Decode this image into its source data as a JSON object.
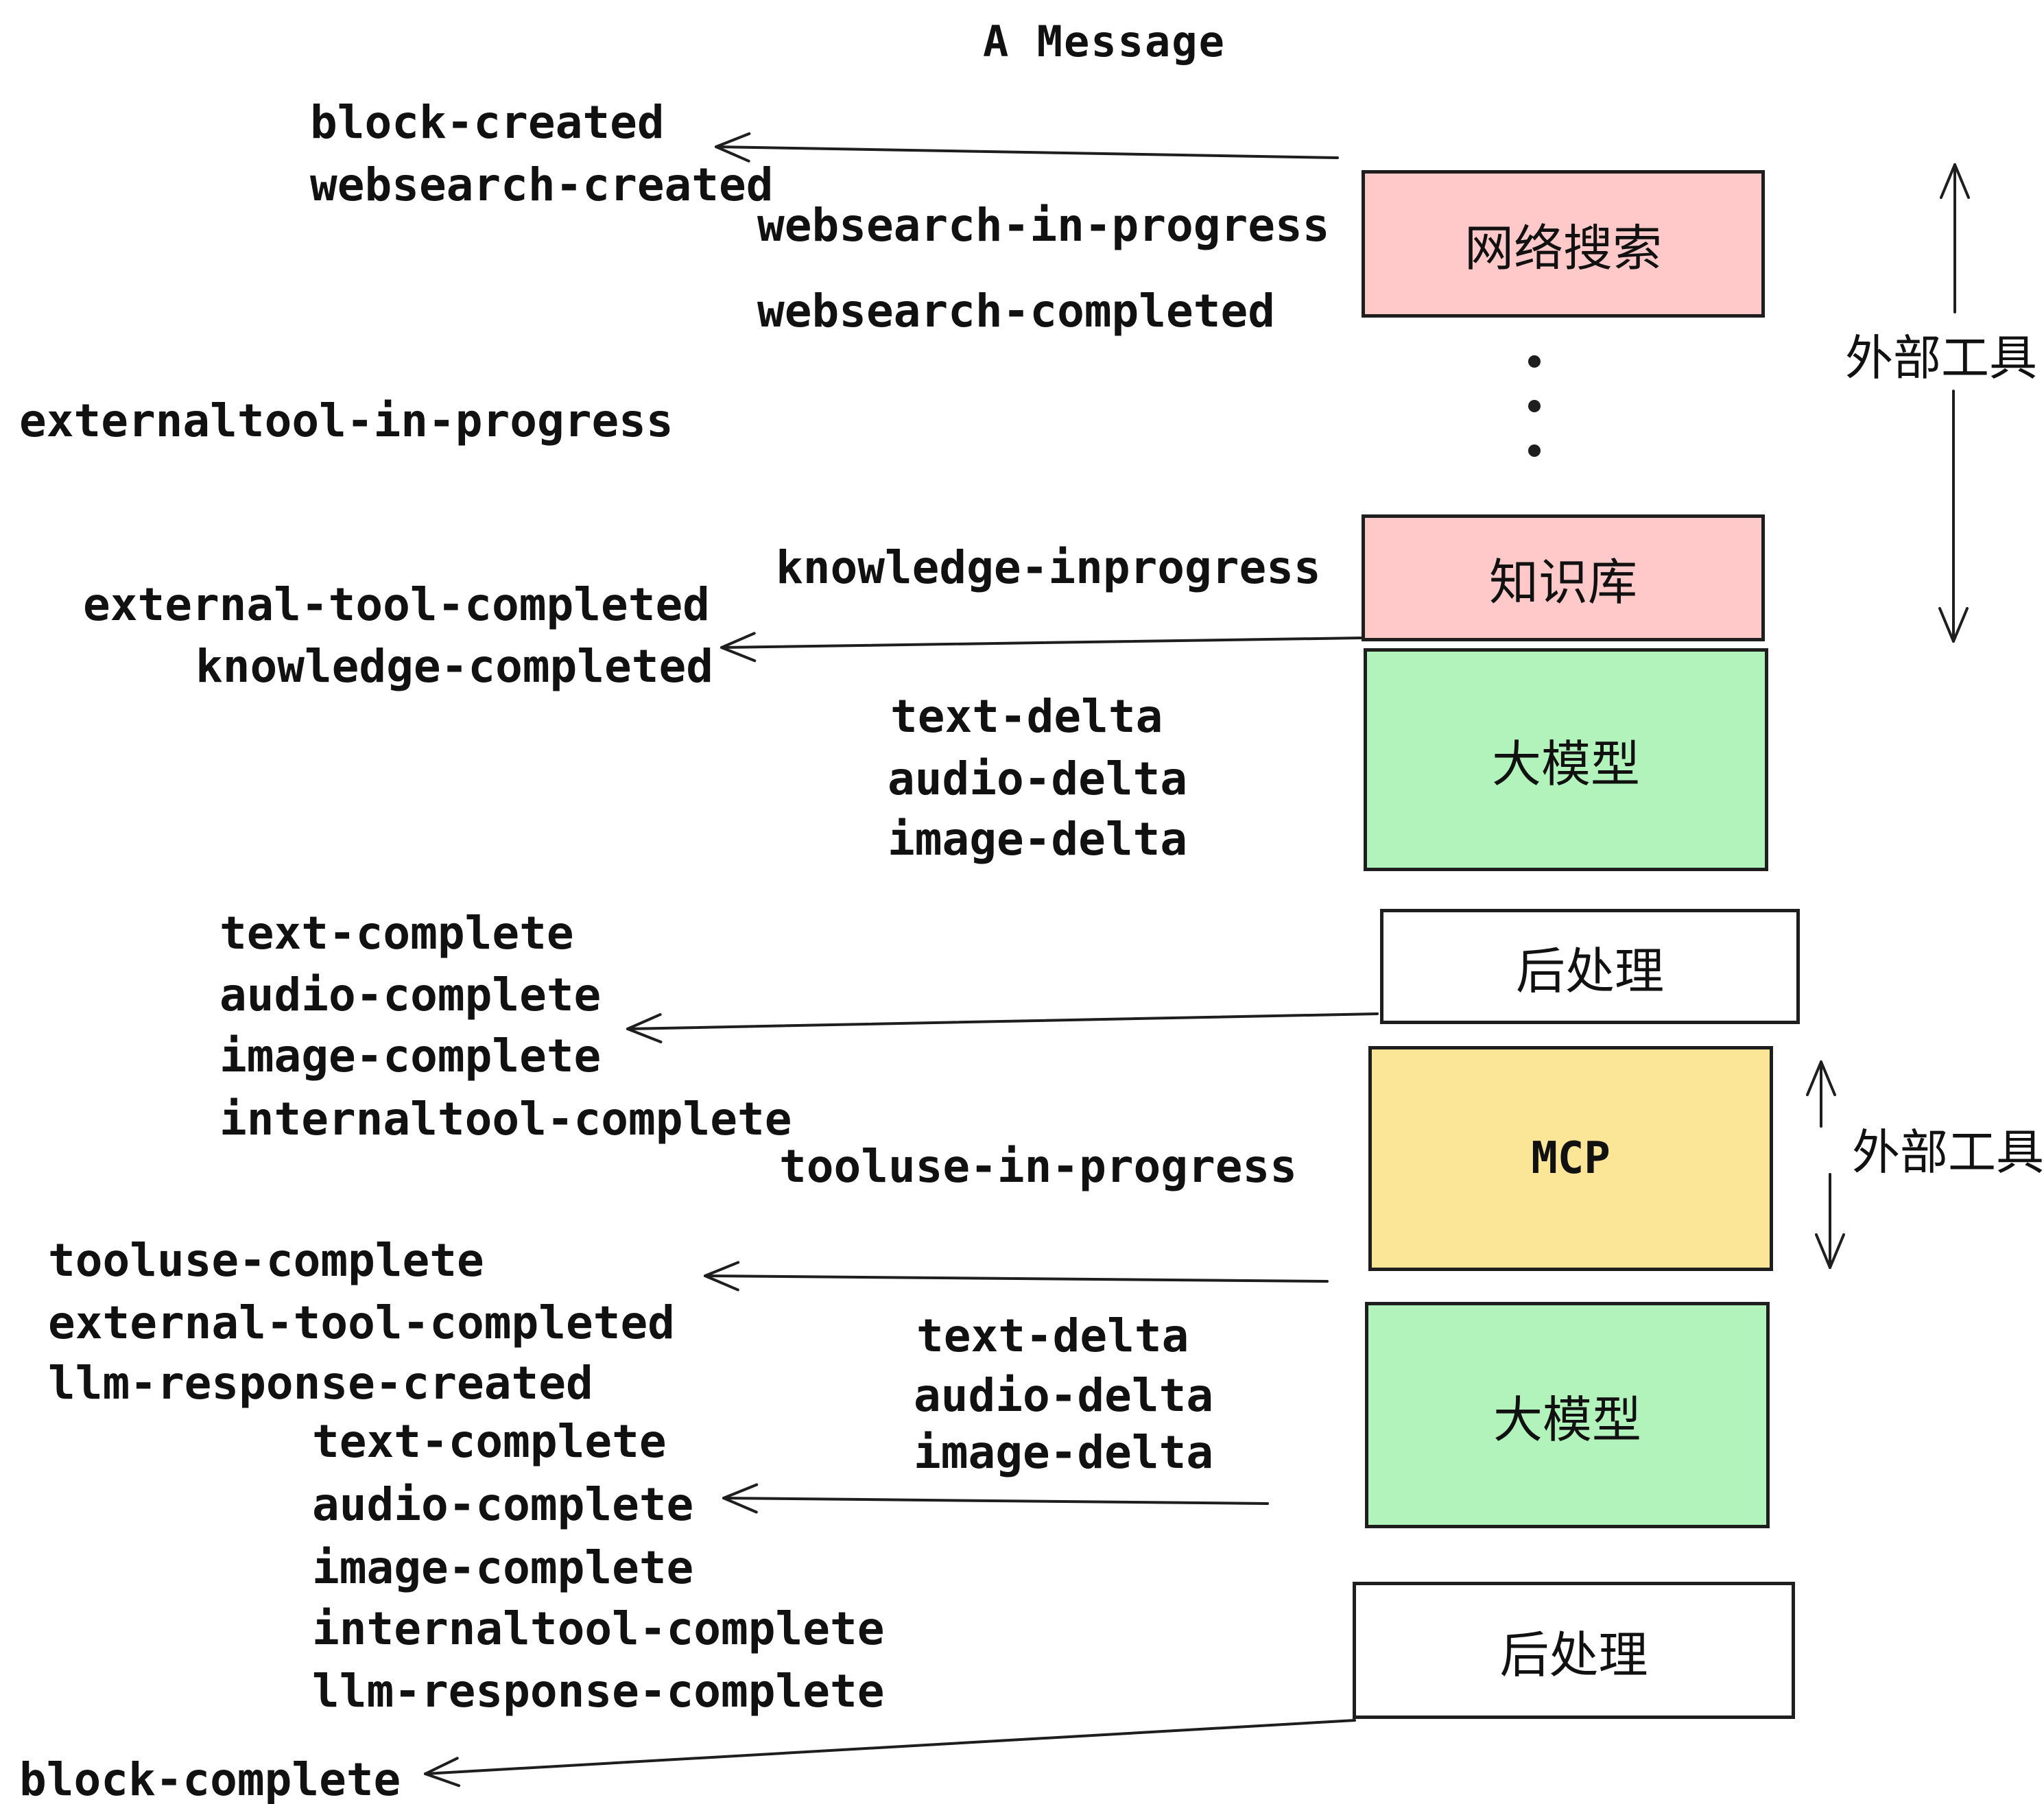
{
  "title": "A Message",
  "boxes": [
    {
      "label": "网络搜索",
      "color": "#ffc9c9"
    },
    {
      "label": "知识库",
      "color": "#ffc9c9"
    },
    {
      "label": "大模型",
      "color": "#b2f2bb"
    },
    {
      "label": "后处理",
      "color": "#ffffff"
    },
    {
      "label": "MCP",
      "color": "#fbe697"
    },
    {
      "label": "大模型",
      "color": "#b2f2bb"
    },
    {
      "label": "后处理",
      "color": "#ffffff"
    }
  ],
  "annotations": {
    "external_tool_1": "外部工具",
    "external_tool_2": "外部工具"
  },
  "events": {
    "block_created": "block-created",
    "websearch_created": "websearch-created",
    "websearch_in_progress": "websearch-in-progress",
    "websearch_completed": "websearch-completed",
    "externaltool_in_progress": "externaltool-in-progress",
    "knowledge_inprogress": "knowledge-inprogress",
    "external_tool_completed_1": "external-tool-completed",
    "knowledge_completed": "knowledge-completed",
    "text_delta_1": "text-delta",
    "audio_delta_1": "audio-delta",
    "image_delta_1": "image-delta",
    "text_complete_1": "text-complete",
    "audio_complete_1": "audio-complete",
    "image_complete_1": "image-complete",
    "internaltool_complete_1": "internaltool-complete",
    "tooluse_in_progress": "tooluse-in-progress",
    "tooluse_complete": "tooluse-complete",
    "external_tool_completed_2": "external-tool-completed",
    "llm_response_created": "llm-response-created",
    "text_complete_2": "text-complete",
    "audio_complete_2": "audio-complete",
    "image_complete_2": "image-complete",
    "internaltool_complete_2": "internaltool-complete",
    "llm_response_complete": "llm-response-complete",
    "text_delta_2": "text-delta",
    "audio_delta_2": "audio-delta",
    "image_delta_2": "image-delta",
    "block_complete": "block-complete"
  },
  "colors": {
    "stroke": "#1e1e1e",
    "background": "#ffffff"
  }
}
